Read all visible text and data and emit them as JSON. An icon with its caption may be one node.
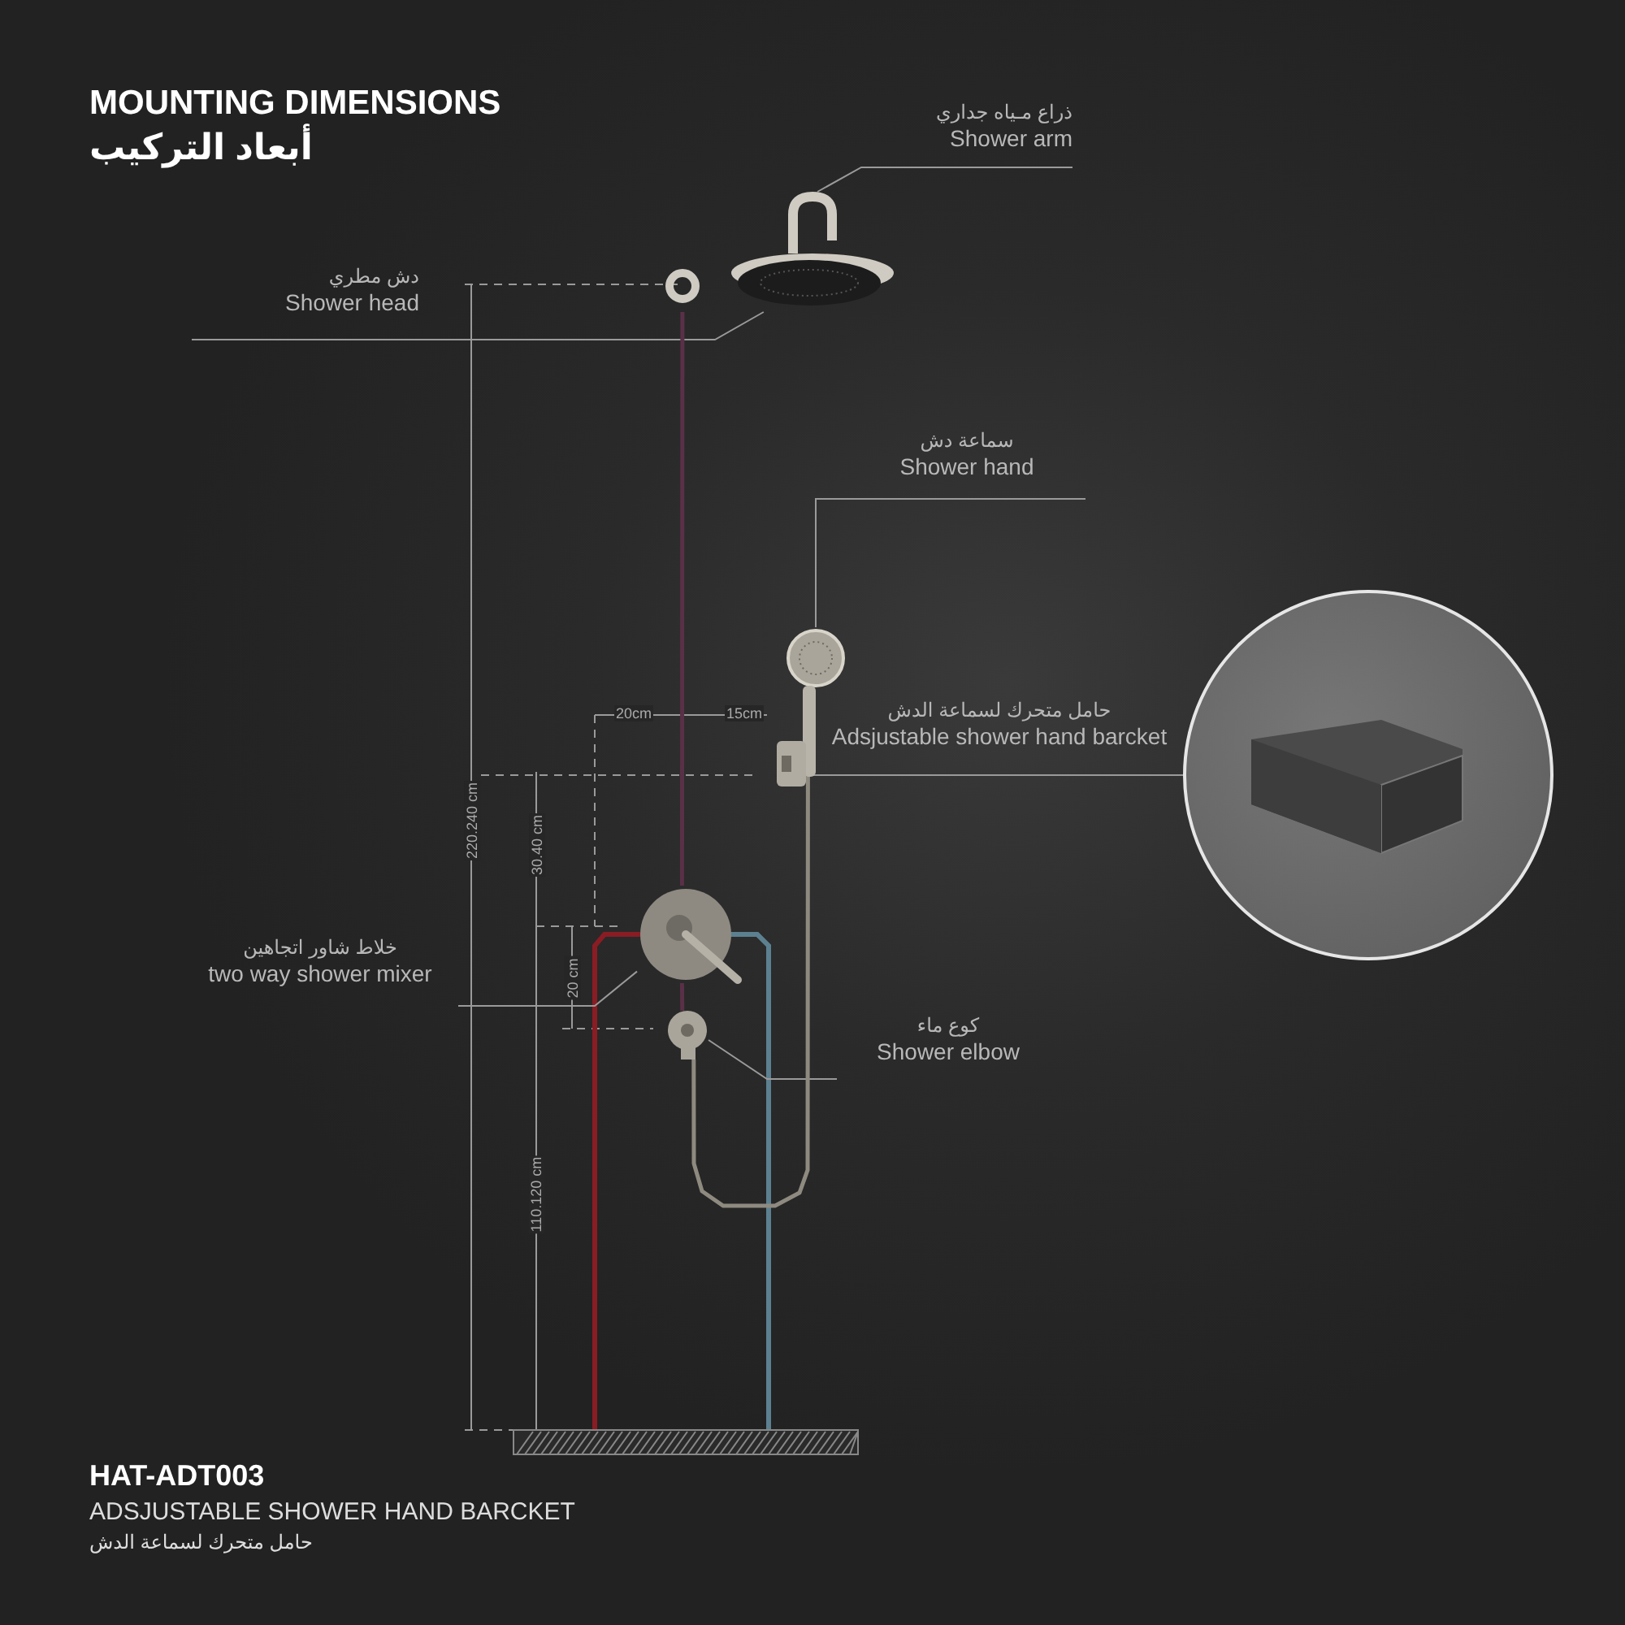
{
  "diagram": {
    "title": "MOUNTING DIMENSIONS",
    "nodes": [
      {
        "text": [
          "ذراع مـياه جداري",
          "Shower arm"
        ]
      },
      {
        "text": [],
        "shape": "picture"
      },
      {
        "text": [
          "دش مطري",
          "Shower head"
        ]
      },
      {
        "text": [],
        "shape": "picture"
      },
      {
        "text": [
          "سماعة دش",
          "Shower hand"
        ]
      },
      {
        "text": [],
        "shape": "picture"
      },
      {
        "text": [
          "حامل متحرك لسماعة الدش",
          "Adsjustable shower hand barcket"
        ]
      },
      {
        "text": [],
        "shape": "picture"
      },
      {
        "text": [],
        "shape": "picture"
      },
      {
        "text": [
          "خلاط شاور اتجاهين",
          "two way shower mixer"
        ]
      },
      {
        "text": [],
        "shape": "picture"
      },
      {
        "text": [
          "كوع ماء",
          "Shower elbow"
        ]
      },
      {
        "text": [],
        "shape": "picture"
      }
    ],
    "edges": [
      {
        "from": 0,
        "to": 1,
        "arrow": "none"
      },
      {
        "from": 2,
        "to": 3,
        "arrow": "none"
      },
      {
        "from": 4,
        "to": 5,
        "arrow": "none"
      },
      {
        "from": 6,
        "to": 7,
        "arrow": "none"
      },
      {
        "from": 6,
        "to": 8,
        "arrow": "none"
      },
      {
        "from": 9,
        "to": 10,
        "arrow": "none"
      },
      {
        "from": 11,
        "to": 12,
        "arrow": "none"
      },
      {
        "from": 5,
        "to": 12,
        "arrow": "none",
        "style": "thick",
        "color": "#8e8a80"
      },
      {
        "from": 10,
        "to": 12,
        "arrow": "none",
        "style": "thick",
        "color": "#5a3048"
      },
      {
        "from": 3,
        "to": 10,
        "arrow": "none",
        "style": "thick",
        "color": "#5a3048"
      }
    ],
    "labels": [
      "أبعاد التركيب",
      "20cm",
      "15cm",
      "220.240 cm",
      "30.40 cm",
      "20 cm",
      "110.120 cm",
      "HAT-ADT003",
      "ADSJUSTABLE SHOWER HAND BARCKET",
      "حامل متحرك لسماعة الدش"
    ]
  }
}
